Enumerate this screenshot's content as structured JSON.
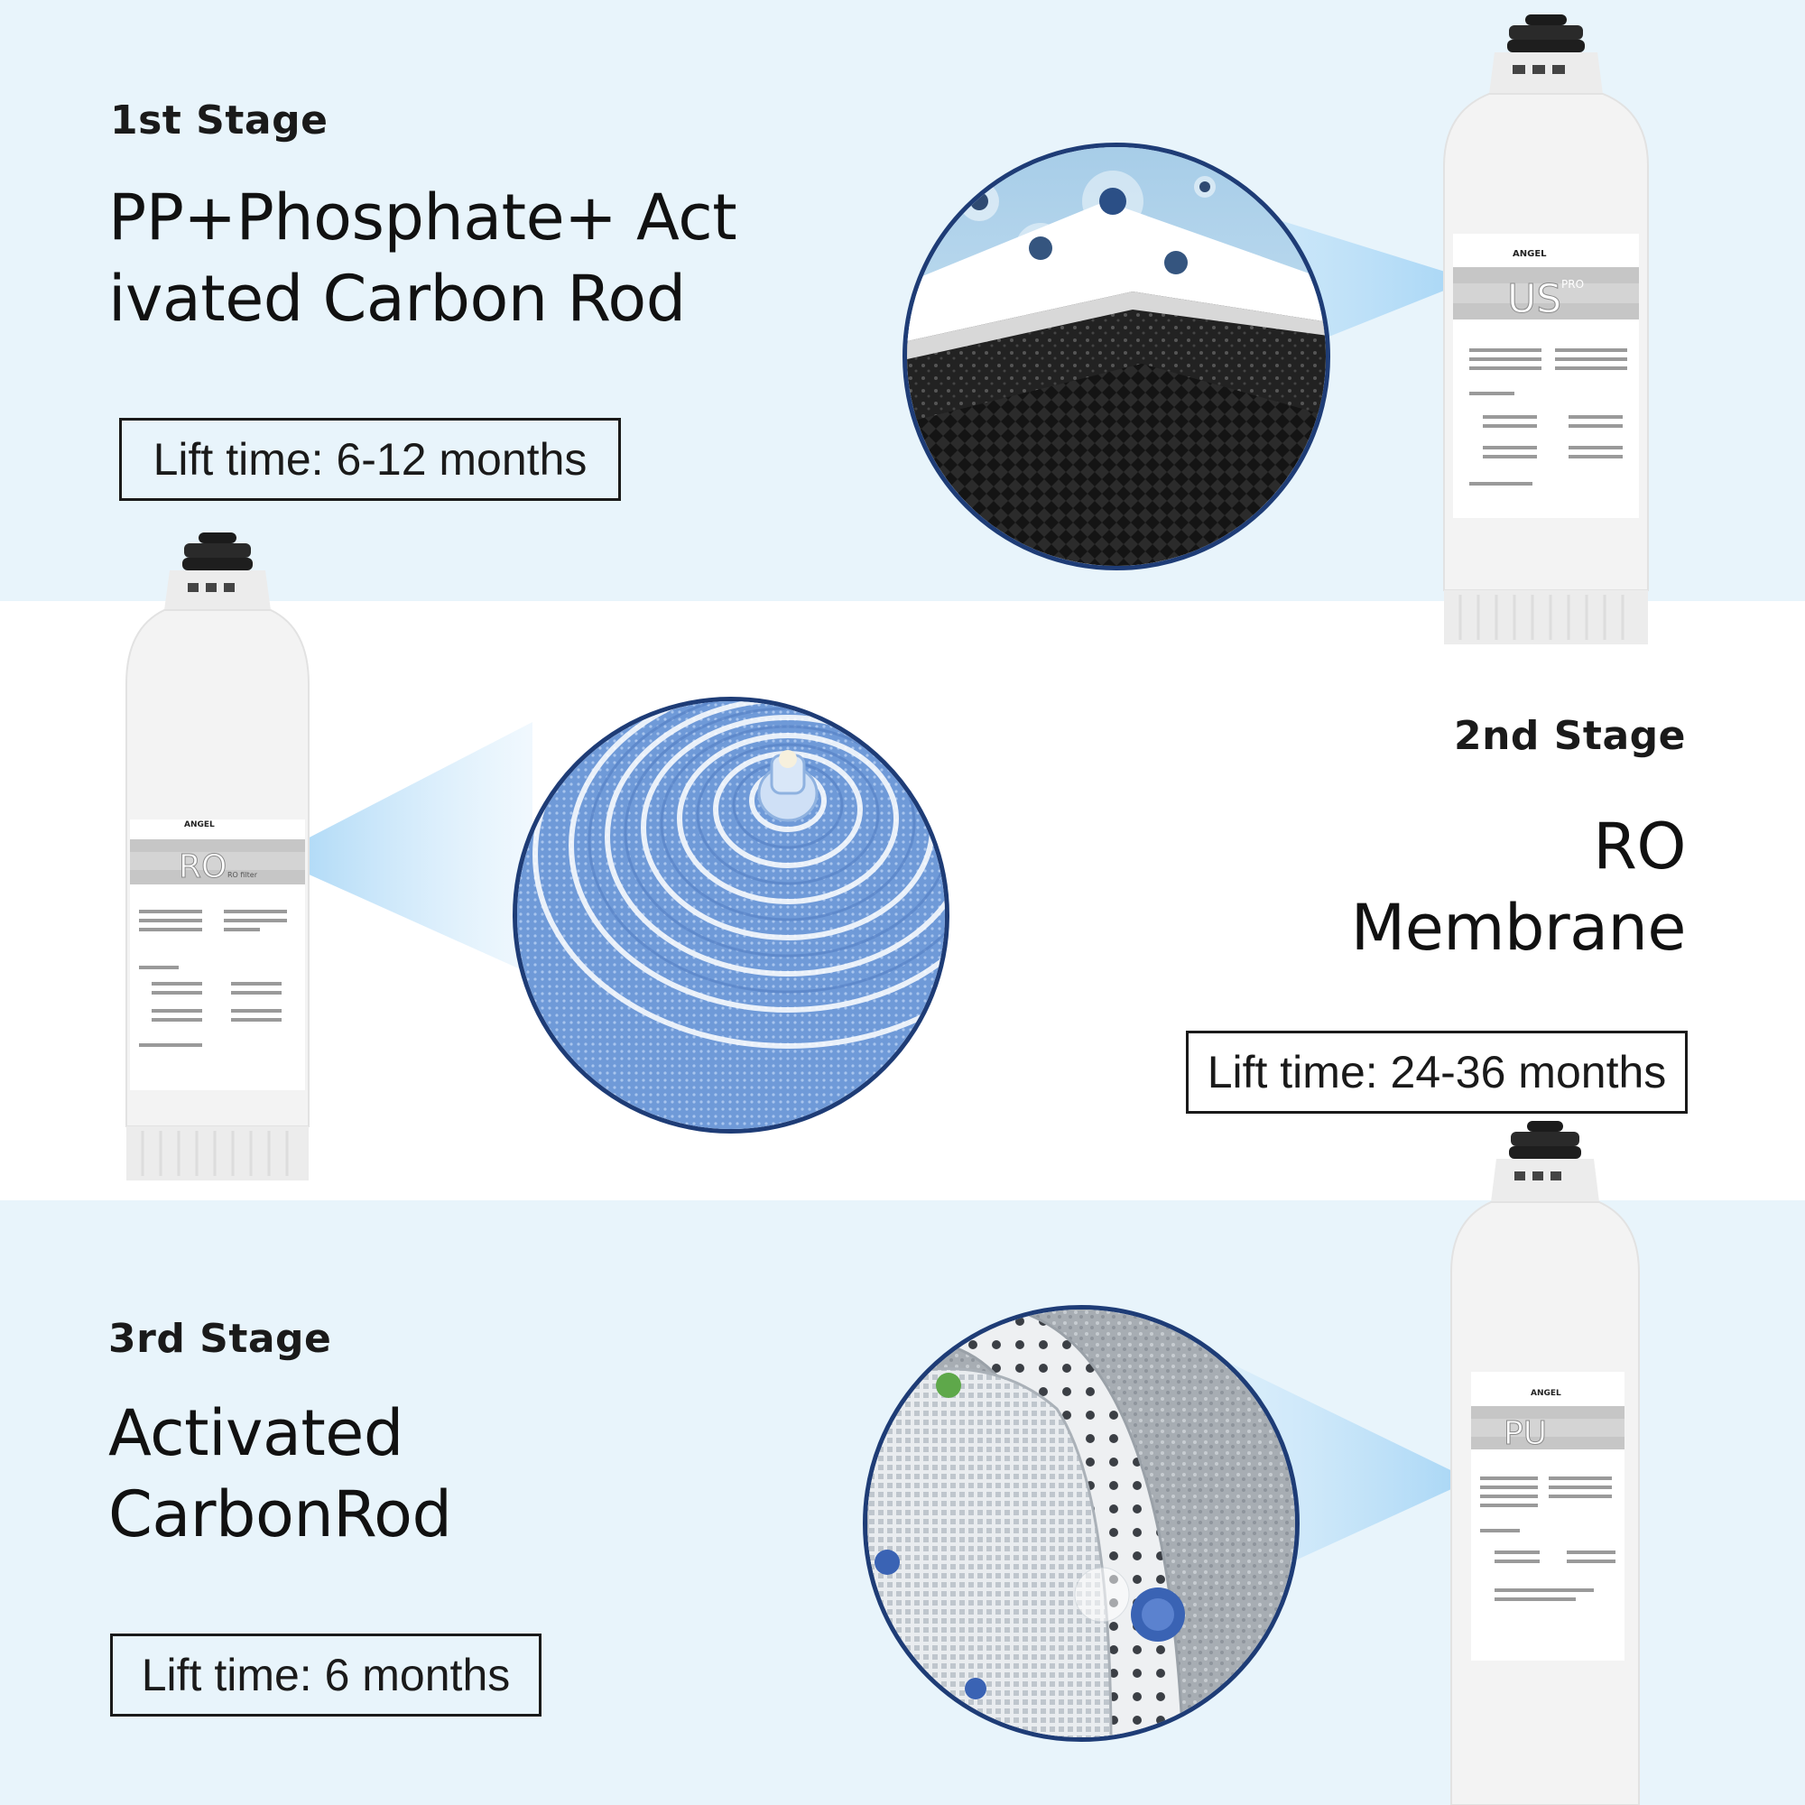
{
  "stages": [
    {
      "label": "1st Stage",
      "title_line1": "PP+Phosphate+ Act",
      "title_line2": "ivated Carbon Rod",
      "life": "Lift time: 6-12 months",
      "cartridge": {
        "brand": "ANGEL",
        "model": "US",
        "model_sup": "PRO"
      }
    },
    {
      "label": "2nd Stage",
      "title_line1": "RO",
      "title_line2": "Membrane",
      "life": "Lift time: 24-36 months",
      "cartridge": {
        "brand": "ANGEL",
        "model": "RO",
        "model_sub": "RO filter"
      }
    },
    {
      "label": "3rd Stage",
      "title_line1": "Activated",
      "title_line2": "CarbonRod",
      "life": "Lift time: 6 months",
      "cartridge": {
        "brand": "ANGEL",
        "model": "PU"
      }
    }
  ],
  "colors": {
    "band_light": "#e8f4fb",
    "circle_border": "#1e3c76",
    "beam": "#9fd2f5",
    "text": "#111111"
  }
}
